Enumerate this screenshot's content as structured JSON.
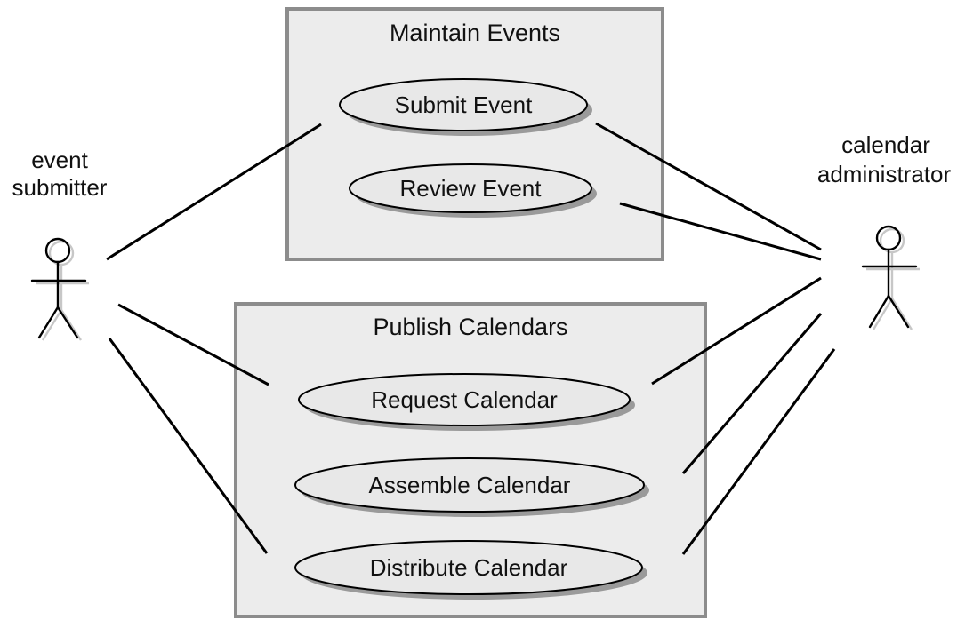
{
  "packages": [
    {
      "id": "maintain",
      "title": "Maintain Events"
    },
    {
      "id": "publish",
      "title": "Publish Calendars"
    }
  ],
  "use_cases": [
    {
      "id": "submit",
      "label": "Submit Event"
    },
    {
      "id": "review",
      "label": "Review Event"
    },
    {
      "id": "request",
      "label": "Request Calendar"
    },
    {
      "id": "assemble",
      "label": "Assemble Calendar"
    },
    {
      "id": "distribute",
      "label": "Distribute Calendar"
    }
  ],
  "actors": [
    {
      "id": "submitter",
      "label_lines": [
        "event",
        "submitter"
      ]
    },
    {
      "id": "admin",
      "label_lines": [
        "calendar",
        "administrator"
      ]
    }
  ],
  "associations": [
    {
      "actor": "submitter",
      "use_case": "submit"
    },
    {
      "actor": "submitter",
      "use_case": "request"
    },
    {
      "actor": "submitter",
      "use_case": "distribute"
    },
    {
      "actor": "admin",
      "use_case": "submit"
    },
    {
      "actor": "admin",
      "use_case": "review"
    },
    {
      "actor": "admin",
      "use_case": "request"
    },
    {
      "actor": "admin",
      "use_case": "assemble"
    },
    {
      "actor": "admin",
      "use_case": "distribute"
    }
  ],
  "colors": {
    "package_fill": "#ececec",
    "package_border": "#8c8c8c",
    "use_case_fill": "#e8e8e8",
    "shadow": "#9a9a9a",
    "line": "#000000"
  }
}
